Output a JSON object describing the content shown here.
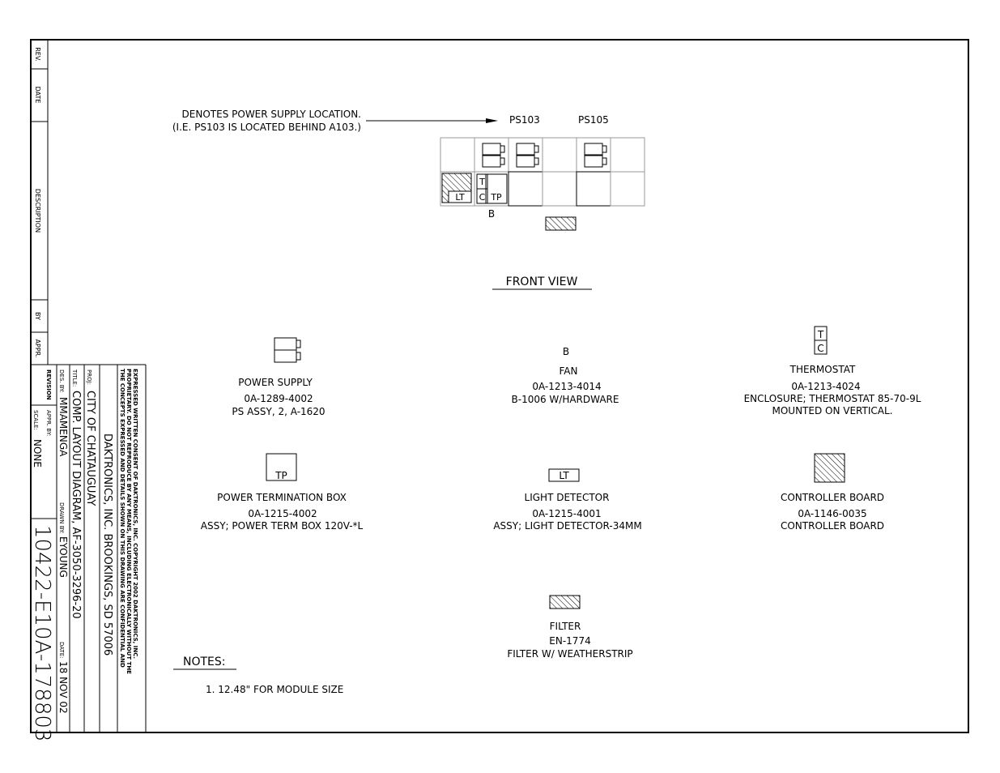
{
  "callout": {
    "line1": "DENOTES POWER SUPPLY LOCATION.",
    "line2": "(I.E. PS103 IS LOCATED BEHIND A103.)",
    "ps_left": "PS103",
    "ps_right": "PS105"
  },
  "front_view": {
    "title": "FRONT VIEW",
    "lt_label": "LT",
    "tp_label": "TP",
    "t_label": "T",
    "c_label": "C",
    "b_label": "B"
  },
  "legend": {
    "power_supply": {
      "title": "POWER SUPPLY",
      "part": "0A-1289-4002",
      "desc": "PS ASSY, 2, A-1620"
    },
    "fan": {
      "symbol": "B",
      "title": "FAN",
      "part": "0A-1213-4014",
      "desc": "B-1006 W/HARDWARE"
    },
    "thermostat": {
      "symbol_top": "T",
      "symbol_bottom": "C",
      "title": "THERMOSTAT",
      "part": "0A-1213-4024",
      "desc": "ENCLOSURE; THERMOSTAT 85-70-9L",
      "note": "MOUNTED ON VERTICAL."
    },
    "power_termination": {
      "symbol": "TP",
      "title": "POWER TERMINATION BOX",
      "part": "0A-1215-4002",
      "desc": "ASSY; POWER TERM BOX 120V-*L"
    },
    "light_detector": {
      "symbol": "LT",
      "title": "LIGHT DETECTOR",
      "part": "0A-1215-4001",
      "desc": "ASSY; LIGHT DETECTOR-34MM"
    },
    "controller_board": {
      "title": "CONTROLLER BOARD",
      "part": "0A-1146-0035",
      "desc": "CONTROLLER BOARD"
    },
    "filter": {
      "title": "FILTER",
      "part": "EN-1774",
      "desc": "FILTER W/ WEATHERSTRIP"
    }
  },
  "notes": {
    "heading": "NOTES:",
    "item1": "1.   12.48\" FOR MODULE SIZE"
  },
  "revision_block": {
    "rev": "REV.",
    "date": "DATE",
    "description": "DESCRIPTION",
    "by": "BY",
    "appr": "APPR."
  },
  "title_block": {
    "confidential_1": "THE CONCEPTS EXPRESSED AND DETAILS SHOWN ON THIS DRAWING ARE CONFIDENTIAL AND",
    "confidential_2": "PROPRIETARY. DO NOT REPRODUCE BY ANY MEANS, INCLUDING ELECTRONICALLY WITHOUT THE",
    "confidential_3": "EXPRESSED WRITTEN CONSENT OF DAKTRONICS, INC.            COPYRIGHT 2002 DAKTRONICS, INC.",
    "company": "DAKTRONICS, INC.  BROOKINGS, SD 57006",
    "proj_label": "PROJ:",
    "proj": "CITY OF CHATAUGUAY",
    "title_label": "TITLE:",
    "title": "COMP. LAYOUT DIAGRAM, AF-3050-3296-20",
    "des_label": "DES. BY:",
    "des_by": "MMAMENGA",
    "drawn_label": "DRAWN BY:",
    "drawn_by": "EYOUNG",
    "date_label": "DATE:",
    "date": "18 NOV 02",
    "revision_label": "REVISION",
    "appr_label": "APPR. BY:",
    "scale_label": "SCALE:",
    "scale": "NONE",
    "drawing_number": "10422-E10A-178803"
  }
}
